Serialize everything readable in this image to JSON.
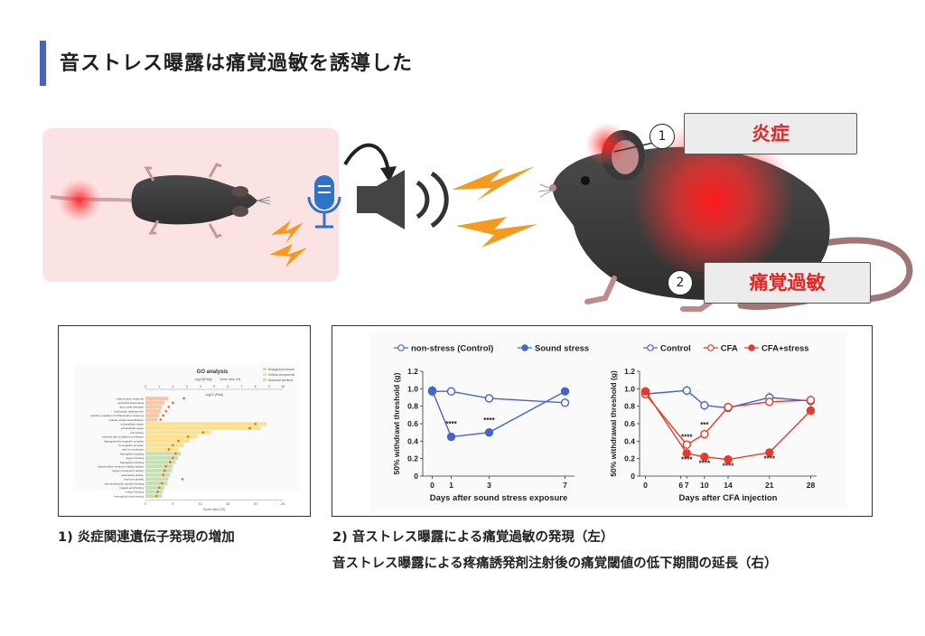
{
  "title": "音ストレス曝露は痛覚過敏を誘導した",
  "callouts": {
    "inflammation": {
      "number": "1",
      "label": "炎症"
    },
    "hyperalgesia": {
      "number": "2",
      "label": "痛覚過敏"
    }
  },
  "captions": {
    "panel1": "1) 炎症関連遺伝子発現の増加",
    "panel2_line1": "2) 音ストレス曝露による痛覚過敏の発現（左）",
    "panel2_line2": "音ストレス曝露による疼痛誘発剤注射後の痛覚閾値の低下期間の延長（右）"
  },
  "colors": {
    "accent_bar": "#4a63b5",
    "control_blue": "#4466cc",
    "stress_red": "#e83a2a",
    "callout_red": "#e32626",
    "bolt_orange": "#f59a1e",
    "bio_process": "#f6c7a8",
    "cell_component": "#fbe08e",
    "mol_function": "#c6e0b4"
  },
  "icons": [
    "microphone-icon",
    "speaker-icon",
    "sound-wave-icon",
    "lightning-bolt-icon",
    "mouse-illustration"
  ],
  "chart_data": [
    {
      "type": "bar",
      "title": "GO analysis",
      "legend": [
        "-log10(Padj)",
        "Gene ratio (%)"
      ],
      "category_legend": [
        "Biological processes",
        "Cellular components",
        "Molecular functions"
      ],
      "top_axis_label": "-log10 (Padj)",
      "top_axis_ticks": [
        0,
        1,
        2,
        3,
        4,
        5,
        6,
        7,
        8,
        9,
        10
      ],
      "xlabel": "Gene ratio (%)",
      "bottom_axis_ticks": [
        0,
        5,
        10,
        15,
        20,
        25
      ],
      "xlim": [
        0,
        25
      ],
      "categories": [
        {
          "group": "Biological processes",
          "name": "inflammatory response",
          "gene_ratio": 4.2,
          "neg_log10_padj": 2.8
        },
        {
          "group": "Biological processes",
          "name": "neutrophil chemotaxis",
          "gene_ratio": 3.5,
          "neg_log10_padj": 2.0
        },
        {
          "group": "Biological processes",
          "name": "nitric oxide transport",
          "gene_ratio": 3.0,
          "neg_log10_padj": 1.7
        },
        {
          "group": "Biological processes",
          "name": "erythrocyte development",
          "gene_ratio": 2.8,
          "neg_log10_padj": 1.5
        },
        {
          "group": "Biological processes",
          "name": "positive regulation of inflammatory response",
          "gene_ratio": 2.5,
          "neg_log10_padj": 1.3
        },
        {
          "group": "Biological processes",
          "name": "cellular oxidant detoxification",
          "gene_ratio": 2.2,
          "neg_log10_padj": 1.1
        },
        {
          "group": "Cellular components",
          "name": "extracellular region",
          "gene_ratio": 22.0,
          "neg_log10_padj": 8.0
        },
        {
          "group": "Cellular components",
          "name": "extracellular space",
          "gene_ratio": 21.0,
          "neg_log10_padj": 7.6
        },
        {
          "group": "Cellular components",
          "name": "cell surface",
          "gene_ratio": 12.0,
          "neg_log10_padj": 4.2
        },
        {
          "group": "Cellular components",
          "name": "external side of plasma membrane",
          "gene_ratio": 9.5,
          "neg_log10_padj": 3.1
        },
        {
          "group": "Cellular components",
          "name": "haptoglobin-hemoglobin complex",
          "gene_ratio": 8.0,
          "neg_log10_padj": 2.4
        },
        {
          "group": "Cellular components",
          "name": "hemoglobin complex",
          "gene_ratio": 7.0,
          "neg_log10_padj": 2.0
        },
        {
          "group": "Cellular components",
          "name": "side of membrane",
          "gene_ratio": 6.0,
          "neg_log10_padj": 1.7
        },
        {
          "group": "Molecular functions",
          "name": "hemoglobin binding",
          "gene_ratio": 6.5,
          "neg_log10_padj": 2.2
        },
        {
          "group": "Molecular functions",
          "name": "oxygen binding",
          "gene_ratio": 6.0,
          "neg_log10_padj": 2.0
        },
        {
          "group": "Molecular functions",
          "name": "haptoglobin binding",
          "gene_ratio": 5.5,
          "neg_log10_padj": 1.8
        },
        {
          "group": "Molecular functions",
          "name": "acetylcholine receptor inhibitor activity",
          "gene_ratio": 5.0,
          "neg_log10_padj": 1.5
        },
        {
          "group": "Molecular functions",
          "name": "oxygen transporter activity",
          "gene_ratio": 4.8,
          "neg_log10_padj": 1.4
        },
        {
          "group": "Molecular functions",
          "name": "peroxidase activity",
          "gene_ratio": 4.5,
          "neg_log10_padj": 1.3
        },
        {
          "group": "Molecular functions",
          "name": "hormone activity",
          "gene_ratio": 4.2,
          "neg_log10_padj": 2.7
        },
        {
          "group": "Molecular functions",
          "name": "macromolecular complex binding",
          "gene_ratio": 4.0,
          "neg_log10_padj": 1.2
        },
        {
          "group": "Molecular functions",
          "name": "organic acid binding",
          "gene_ratio": 3.5,
          "neg_log10_padj": 1.0
        },
        {
          "group": "Molecular functions",
          "name": "integrin binding",
          "gene_ratio": 3.2,
          "neg_log10_padj": 0.9
        },
        {
          "group": "Molecular functions",
          "name": "hemoglobin beta binding",
          "gene_ratio": 3.0,
          "neg_log10_padj": 0.8
        }
      ]
    },
    {
      "type": "line",
      "xlabel": "Days after sound stress exposure",
      "ylabel": "50% withdrawl threshold (g)",
      "ylim": [
        0,
        1.2
      ],
      "yticks": [
        "0",
        "0.2",
        "0.4",
        "0.6",
        "0.8",
        "1.0",
        "1.2"
      ],
      "xlim": [
        -0.5,
        7.5
      ],
      "x": [
        0,
        1,
        3,
        7
      ],
      "series": [
        {
          "name": "non-stress (Control)",
          "marker": "open",
          "color": "#4466cc",
          "values": [
            0.97,
            0.97,
            0.89,
            0.84
          ],
          "err": [
            0.06,
            0.05,
            0.03,
            0.05
          ]
        },
        {
          "name": "Sound stress",
          "marker": "filled",
          "color": "#4466cc",
          "values": [
            0.98,
            0.45,
            0.5,
            0.97
          ],
          "err": [
            0.05,
            0.03,
            0.02,
            0.04
          ]
        }
      ],
      "annotations": [
        {
          "x": 1,
          "y": 0.57,
          "text": "****"
        },
        {
          "x": 3,
          "y": 0.61,
          "text": "****"
        }
      ]
    },
    {
      "type": "line",
      "xlabel": "Days after CFA injection",
      "ylabel": "50% withdrawal threshold (g)",
      "ylim": [
        0,
        1.2
      ],
      "yticks": [
        "0",
        "0.2",
        "0.4",
        "0.6",
        "0.8",
        "1.0",
        "1.2"
      ],
      "xlim": [
        -1,
        29
      ],
      "xticks": [
        0,
        6,
        7,
        10,
        14,
        21,
        28
      ],
      "xtick_labels": [
        "0",
        "6",
        "7",
        "10",
        "14",
        "21",
        "28"
      ],
      "x": [
        0,
        7,
        10,
        14,
        21,
        28
      ],
      "series": [
        {
          "name": "Control",
          "marker": "open",
          "color": "#4466cc",
          "values": [
            0.94,
            0.98,
            0.81,
            0.78,
            0.9,
            0.86
          ],
          "err": [
            0.05,
            0.06,
            0.06,
            0.04,
            0.06,
            0.07
          ]
        },
        {
          "name": "CFA",
          "marker": "open",
          "color": "#e83a2a",
          "values": [
            0.94,
            0.36,
            0.48,
            0.79,
            0.85,
            0.87
          ],
          "err": [
            0.04,
            0.04,
            0.05,
            0.04,
            0.05,
            0.05
          ]
        },
        {
          "name": "CFA+stress",
          "marker": "filled",
          "color": "#e83a2a",
          "values": [
            0.97,
            0.26,
            0.22,
            0.19,
            0.27,
            0.75
          ],
          "err": [
            0.03,
            0.03,
            0.03,
            0.02,
            0.04,
            0.05
          ]
        }
      ],
      "annotations": [
        {
          "x": 7,
          "y": 0.42,
          "text": "****"
        },
        {
          "x": 10,
          "y": 0.56,
          "text": "***"
        },
        {
          "x": 7,
          "y": 0.16,
          "text": "****"
        },
        {
          "x": 10,
          "y": 0.12,
          "text": "****"
        },
        {
          "x": 14,
          "y": 0.09,
          "text": "****"
        },
        {
          "x": 21,
          "y": 0.17,
          "text": "****"
        }
      ]
    }
  ]
}
